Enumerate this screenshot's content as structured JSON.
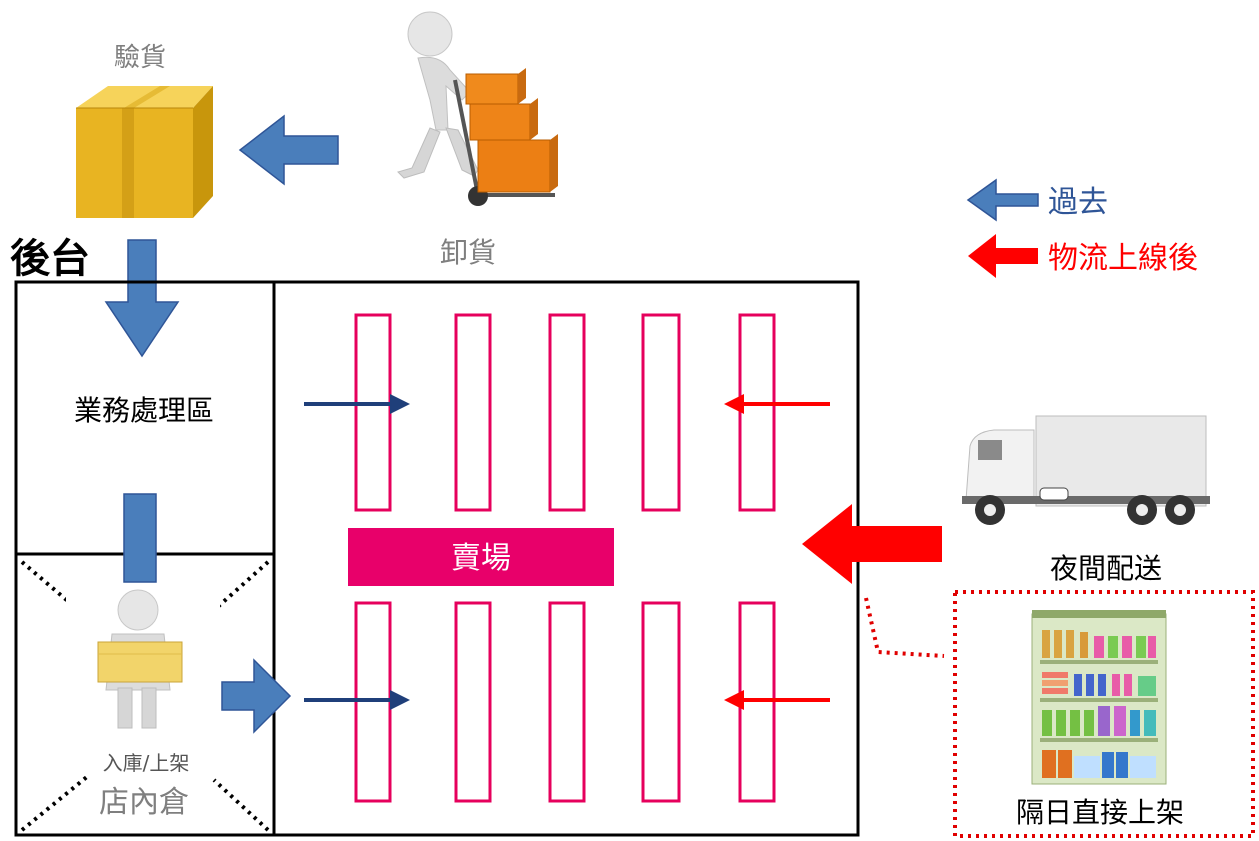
{
  "labels": {
    "inspection": "驗貨",
    "unloading": "卸貨",
    "backstage": "後台",
    "office": "業務處理區",
    "sales_floor": "賣場",
    "stocking": "入庫/上架",
    "storeroom": "店內倉",
    "night_delivery": "夜間配送",
    "next_day_shelving": "隔日直接上架"
  },
  "legend": [
    {
      "label": "過去",
      "color": "#4a7ebb"
    },
    {
      "label": "物流上線後",
      "color": "#ff0000"
    }
  ],
  "colors": {
    "past_arrow": "#4a7ebb",
    "past_thin_arrow": "#1f3f7a",
    "after_arrow": "#ff0000",
    "shelf_outline": "#e6005c",
    "sales_bar": "#e8006a",
    "dotted_frame": "#e00000"
  },
  "icons": [
    "cardboard-box-icon",
    "worker-with-hand-truck-icon",
    "delivery-truck-icon",
    "worker-carrying-box-icon",
    "store-shelf-icon"
  ]
}
